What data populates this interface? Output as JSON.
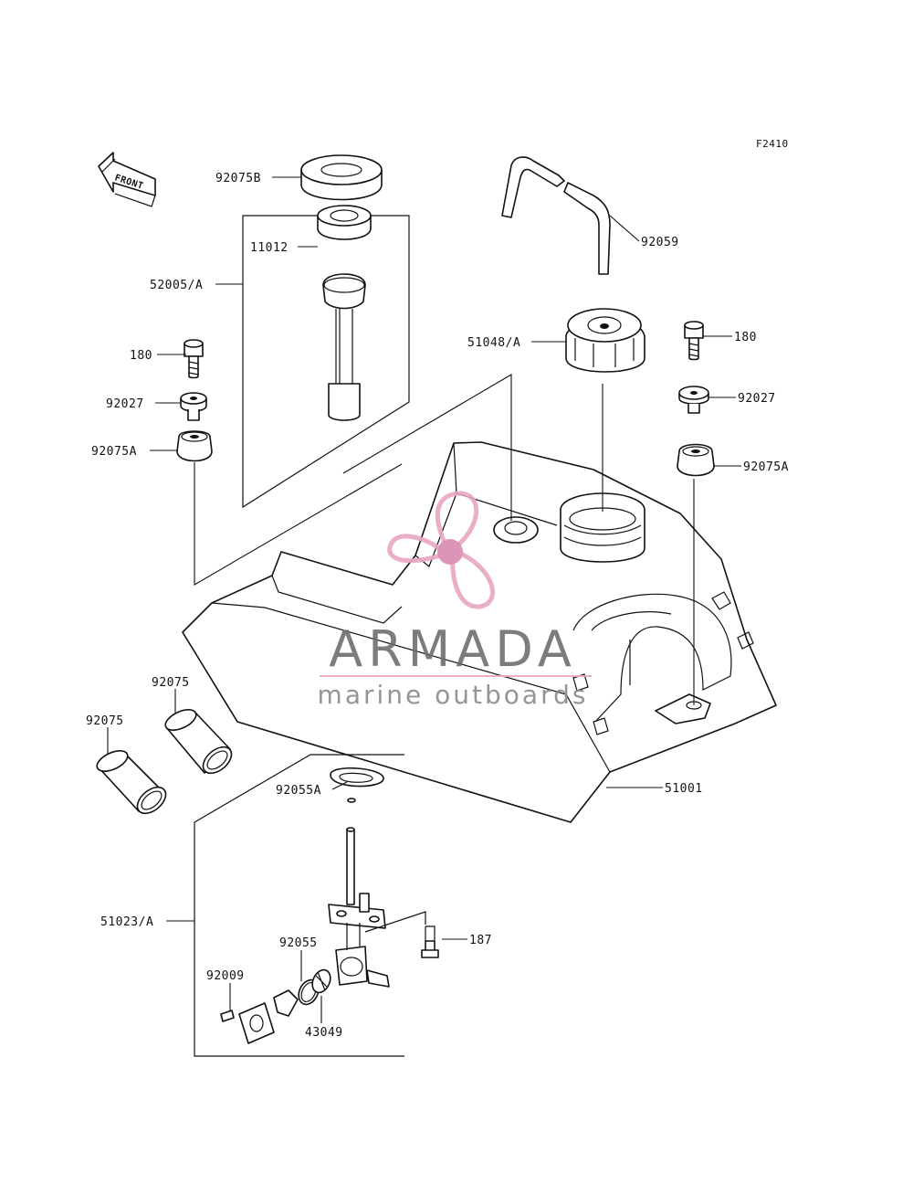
{
  "diagram": {
    "figure_code": "F2410",
    "front_label": "FRONT",
    "labels": {
      "p92075B": "92075B",
      "p11012": "11012",
      "p52005A": "52005/A",
      "p180_left": "180",
      "p92027_left": "92027",
      "p92075A_left": "92075A",
      "p92059": "92059",
      "p51048A": "51048/A",
      "p180_right": "180",
      "p92027_right": "92027",
      "p92075A_right": "92075A",
      "p92075_upper": "92075",
      "p92075_lower": "92075",
      "p92055A": "92055A",
      "p51001": "51001",
      "p51023A": "51023/A",
      "p187": "187",
      "p92055": "92055",
      "p92009": "92009",
      "p43049": "43049"
    }
  },
  "watermark": {
    "brand": "ARMADA",
    "tagline": "marine outboards",
    "colors": {
      "brand_text": "#6e6e6e",
      "logo_pink": "#e8a6c4",
      "logo_pink_dark": "#d98ab0"
    }
  }
}
